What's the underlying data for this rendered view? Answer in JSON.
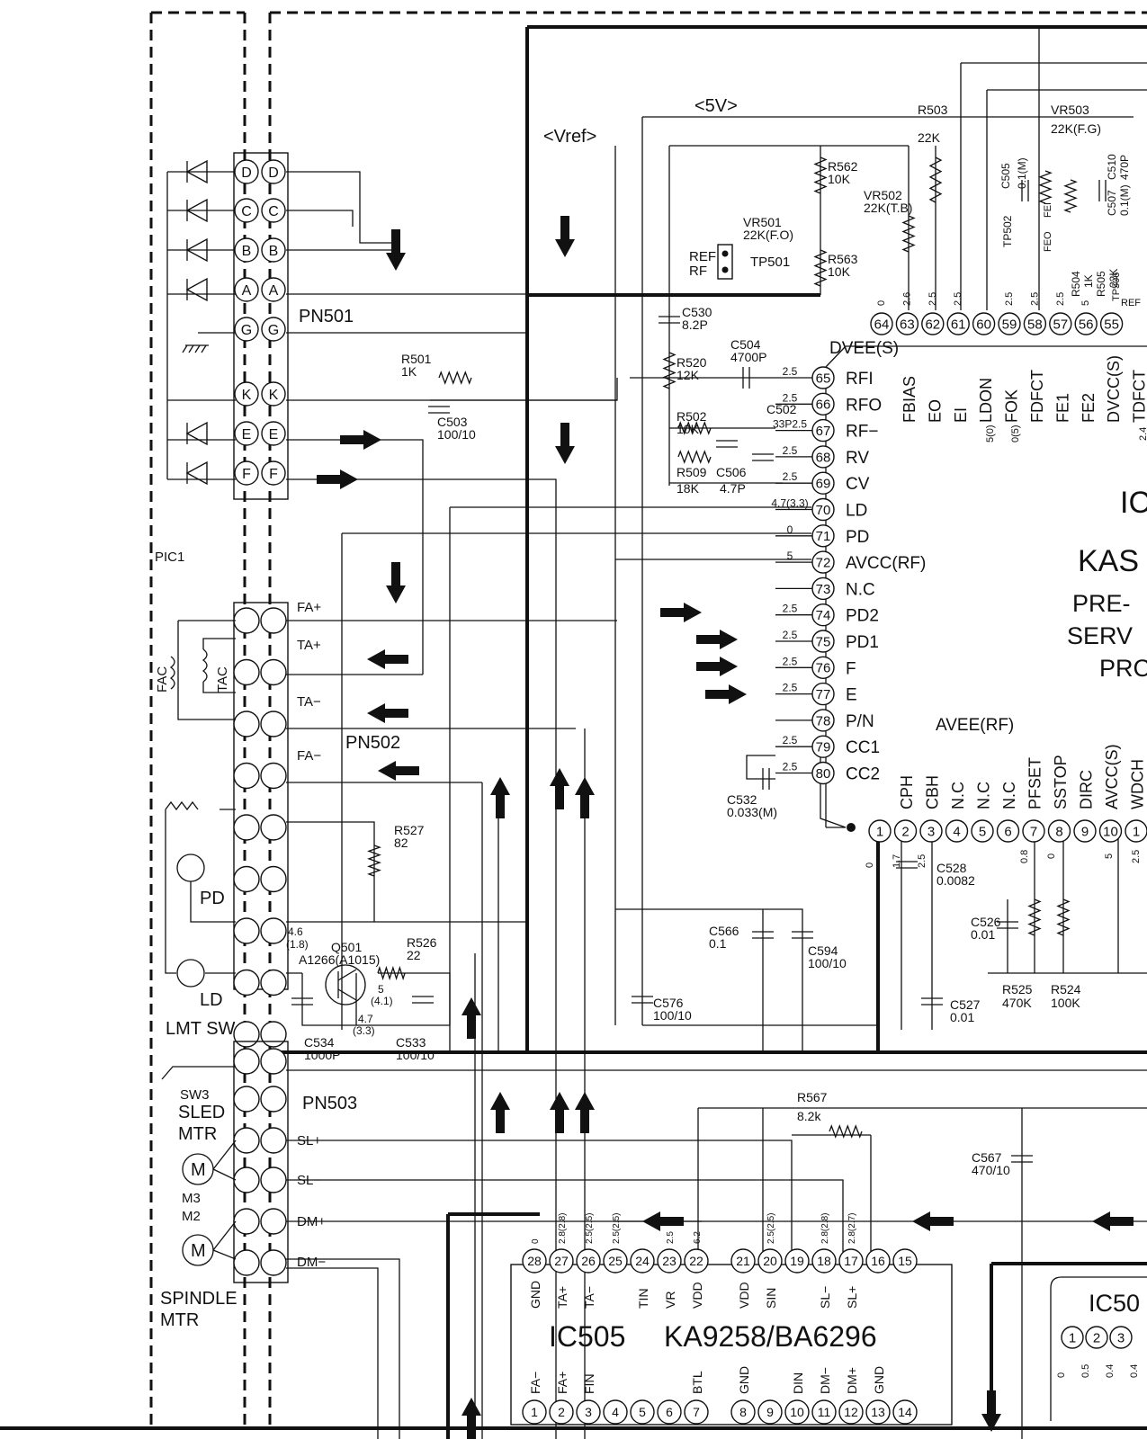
{
  "connectors": {
    "pn501": {
      "label": "PN501",
      "pins": [
        "D",
        "C",
        "B",
        "A",
        "G",
        "K",
        "E",
        "F"
      ],
      "pic_label": "PIC1"
    },
    "pn502": {
      "label": "PN502",
      "signals": [
        "FA+",
        "TA+",
        "TA−",
        "FA−"
      ],
      "coil_labels": {
        "fac": "FAC",
        "tac": "TAC"
      },
      "pd_label": "PD",
      "ld_label": "LD"
    },
    "pn503": {
      "label": "PN503",
      "signals": [
        "SL+",
        "SL−",
        "DM+",
        "DM−"
      ],
      "lmt_sw_label": "LMT  SW",
      "sw3_label": "SW3",
      "sled_mtr_label": [
        "SLED",
        "MTR"
      ],
      "m3_label": "M3",
      "m2_label": "M2",
      "spindle_mtr_label": [
        "SPINDLE",
        "MTR"
      ],
      "motor_symbol": "M"
    }
  },
  "ic501": {
    "left_pins": [
      {
        "num": "65",
        "name": "RFI",
        "volt": "2.5"
      },
      {
        "num": "66",
        "name": "RFO",
        "volt": "2.5"
      },
      {
        "num": "67",
        "name": "RF−",
        "volt": "33P2.5"
      },
      {
        "num": "68",
        "name": "RV",
        "volt": "2.5"
      },
      {
        "num": "69",
        "name": "CV",
        "volt": "2.5"
      },
      {
        "num": "70",
        "name": "LD",
        "volt": "4.7(3.3)"
      },
      {
        "num": "71",
        "name": "PD",
        "volt": "0"
      },
      {
        "num": "72",
        "name": "AVCC(RF)",
        "volt": "5"
      },
      {
        "num": "73",
        "name": "N.C",
        "volt": ""
      },
      {
        "num": "74",
        "name": "PD2",
        "volt": "2.5"
      },
      {
        "num": "75",
        "name": "PD1",
        "volt": "2.5"
      },
      {
        "num": "76",
        "name": "F",
        "volt": "2.5"
      },
      {
        "num": "77",
        "name": "E",
        "volt": "2.5"
      },
      {
        "num": "78",
        "name": "P/N",
        "volt": ""
      },
      {
        "num": "79",
        "name": "CC1",
        "volt": "2.5"
      },
      {
        "num": "80",
        "name": "CC2",
        "volt": "2.5"
      }
    ],
    "top_pins": [
      "64",
      "63",
      "62",
      "61",
      "60",
      "59",
      "58",
      "57",
      "56",
      "55"
    ],
    "top_volts": [
      "0",
      "2.6",
      "2.5",
      "2.5",
      "",
      "2.5",
      "2.5",
      "2.5",
      "5",
      ""
    ],
    "top_names": [
      "FBIAS",
      "EO",
      "EI",
      "LDON",
      "FOK",
      "FDFCT",
      "FE1",
      "FE2",
      "DVCC(S)",
      "TDFCT"
    ],
    "top_name_prefix": {
      "ldon": "5(0)",
      "fok": "0(5)",
      "tdfct": "2.4"
    },
    "dvee_label": "DVEE(S)",
    "bottom_pins": [
      "1",
      "2",
      "3",
      "4",
      "5",
      "6",
      "7",
      "8",
      "9",
      "10",
      "1"
    ],
    "bottom_names": [
      "CPH",
      "CBH",
      "N.C",
      "N.C",
      "N.C",
      "PFSET",
      "SSTOP",
      "DIRC",
      "AVCC(S)",
      "WDCH"
    ],
    "bottom_volts": {
      "p1": "0",
      "p2": "1.7",
      "p3": "2.5",
      "p7": "0.8",
      "p8": "0",
      "p10": "5",
      "p11": "2.5"
    },
    "avee_label": "AVEE(RF)",
    "title_partial": "IC",
    "part_partial": "KAS",
    "desc_partial": [
      "PRE-",
      "SERV",
      "PRC"
    ]
  },
  "ic505": {
    "label": "IC505",
    "part": "KA9258/BA6296",
    "top_pins": [
      "28",
      "27",
      "26",
      "25",
      "24",
      "23",
      "22",
      "21",
      "20",
      "19",
      "18",
      "17",
      "16",
      "15"
    ],
    "top_names": [
      "GND",
      "TA+",
      "TA−",
      "",
      "TIN",
      "VR",
      "VDD",
      "VDD",
      "SIN",
      "",
      "SL−",
      "SL+",
      "",
      ""
    ],
    "top_volts": [
      "0",
      "2.8(2.8)",
      "2.5(2.5)",
      "2.5(2.5)",
      "",
      "2.5",
      "6.2",
      "",
      "2.5(2.5)",
      "",
      "2.8(2.8)",
      "2.8(2.7)",
      "",
      ""
    ],
    "bottom_pins": [
      "1",
      "2",
      "3",
      "4",
      "5",
      "6",
      "7",
      "8",
      "9",
      "10",
      "11",
      "12",
      "13",
      "14"
    ],
    "bottom_names": [
      "FA−",
      "FA+",
      "FIN",
      "",
      "",
      "",
      "BTL",
      "GND",
      "",
      "DIN",
      "DM−",
      "DM+",
      "GND",
      ""
    ]
  },
  "ic50x_partial": {
    "label": "IC50",
    "pins": [
      "1",
      "2",
      "3"
    ],
    "volts": [
      "0",
      "0.5",
      "0.4",
      "0.4"
    ]
  },
  "labels": {
    "five_v": "<5V>",
    "vref": "<Vref>",
    "ref_rf": [
      "REF",
      "RF"
    ],
    "tp501": "TP501",
    "tp502": "TP502",
    "tp506": "TP506",
    "ref_small": "REF",
    "fe0": "FEO",
    "fe1_small": "FEI"
  },
  "components": {
    "r503": [
      "R503",
      "22K"
    ],
    "vr503": [
      "VR503",
      "22K(F.G)"
    ],
    "r562": [
      "R562",
      "10K"
    ],
    "r563": [
      "R563",
      "10K"
    ],
    "vr501": [
      "VR501",
      "22K(F.O)"
    ],
    "vr502": [
      "VR502",
      "22K(T.B)"
    ],
    "c505": [
      "C505",
      "0.1(M)"
    ],
    "c507": [
      "C507",
      "0.1(M)"
    ],
    "c510": [
      "C510",
      "470P"
    ],
    "r504": [
      "R504",
      "1K"
    ],
    "r505": [
      "R505",
      "22K"
    ],
    "c530": [
      "C530",
      "8.2P"
    ],
    "c504": [
      "C504",
      "4700P"
    ],
    "r520": [
      "R520",
      "12K"
    ],
    "r502": [
      "R502",
      "10K"
    ],
    "c502": [
      "C502"
    ],
    "r509": [
      "R509",
      "18K"
    ],
    "c506": [
      "C506",
      "4.7P"
    ],
    "r501": [
      "R501",
      "1K"
    ],
    "c503": [
      "C503",
      "100/10"
    ],
    "c532": [
      "C532",
      "0.033(M)"
    ],
    "c528": [
      "C528",
      "0.0082"
    ],
    "c526": [
      "C526",
      "0.01"
    ],
    "r525": [
      "R525",
      "470K"
    ],
    "r524": [
      "R524",
      "100K"
    ],
    "c527": [
      "C527",
      "0.01"
    ],
    "c566": [
      "C566",
      "0.1"
    ],
    "c594": [
      "C594",
      "100/10"
    ],
    "c576": [
      "C576",
      "100/10"
    ],
    "r527": [
      "R527",
      "82"
    ],
    "q501": [
      "Q501",
      "A1266(A1015)"
    ],
    "q501_volts": [
      "4.6",
      "(1.8)",
      "5",
      "(4.1)",
      "4.7",
      "(3.3)"
    ],
    "r526": [
      "R526",
      "22"
    ],
    "c534": [
      "C534",
      "1000P"
    ],
    "c533": [
      "C533",
      "100/10"
    ],
    "r567": [
      "R567",
      "8.2k"
    ],
    "c567": [
      "C567",
      "470/10"
    ]
  }
}
